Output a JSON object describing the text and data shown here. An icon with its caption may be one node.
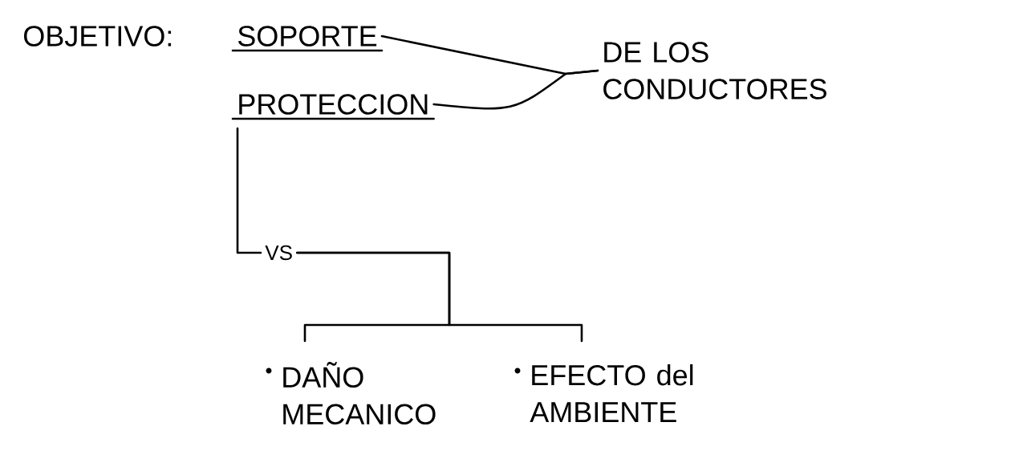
{
  "diagram": {
    "nodes": [
      {
        "text": [
          "SOPORTE"
        ]
      },
      {
        "text": [
          "PROTECCION"
        ]
      },
      {
        "text": [
          "DE LOS CONDUCTORES"
        ]
      },
      {
        "text": [
          "VS"
        ]
      },
      {
        "text": [
          "DAÑO MECANICO"
        ]
      },
      {
        "text": [
          "EFECTO del AMBIENTE"
        ]
      }
    ],
    "edges": [
      {
        "from": 0,
        "to": 2,
        "arrow": "none"
      },
      {
        "from": 1,
        "to": 2,
        "arrow": "none"
      },
      {
        "from": 1,
        "to": 3,
        "arrow": "none"
      },
      {
        "from": 3,
        "to": 4,
        "arrow": "none"
      },
      {
        "from": 3,
        "to": 5,
        "arrow": "none"
      }
    ],
    "labels": [
      "OBJETIVO:"
    ]
  }
}
